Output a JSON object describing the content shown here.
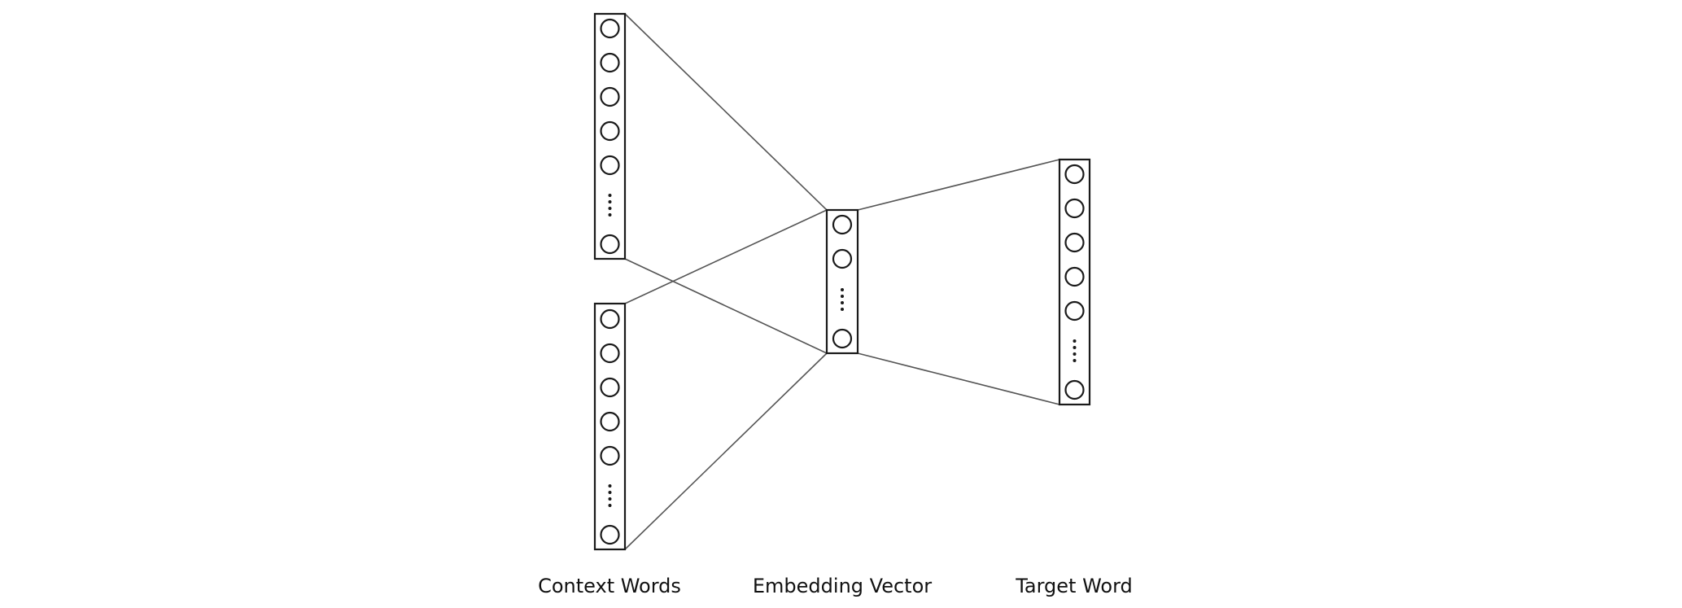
{
  "diagram": {
    "labels": {
      "context": "Context Words",
      "embedding": "Embedding Vector",
      "target": "Target Word"
    },
    "colors": {
      "stroke": "#1a1a1a",
      "connection": "#555555",
      "background": "#ffffff"
    }
  }
}
